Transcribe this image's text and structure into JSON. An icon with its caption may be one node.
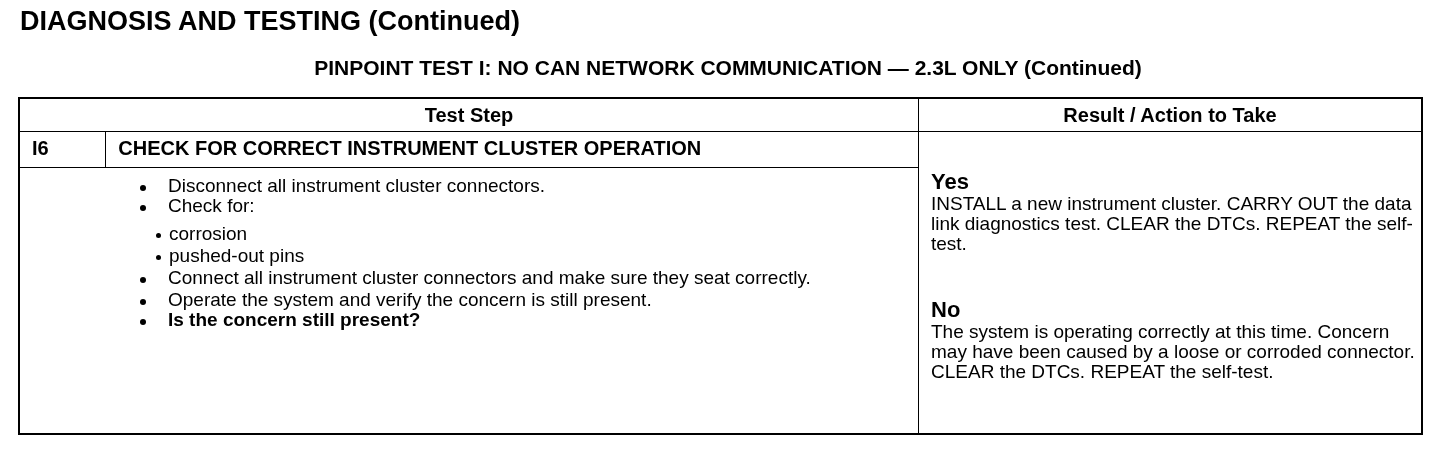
{
  "diagram": {
    "title": "DIAGNOSIS AND TESTING (Continued)",
    "labels": [
      "PINPOINT TEST I: NO CAN NETWORK COMMUNICATION — 2.3L ONLY (Continued)",
      "Test Step",
      "Result / Action to Take",
      "I6",
      "CHECK FOR CORRECT INSTRUMENT CLUSTER OPERATION",
      "Disconnect all instrument cluster connectors.",
      "Check for:",
      "corrosion",
      "pushed-out pins",
      "Connect all instrument cluster connectors and make sure they seat correctly.",
      "Operate the system and verify the concern is still present.",
      "Is the concern still present?",
      "Yes",
      "INSTALL a new instrument cluster. CARRY OUT the data link diagnostics test. CLEAR the DTCs. REPEAT the self-test.",
      "No",
      "The system is operating correctly at this time. Concern may have been caused by a loose or corroded connector. CLEAR the DTCs. REPEAT the self-test."
    ]
  }
}
